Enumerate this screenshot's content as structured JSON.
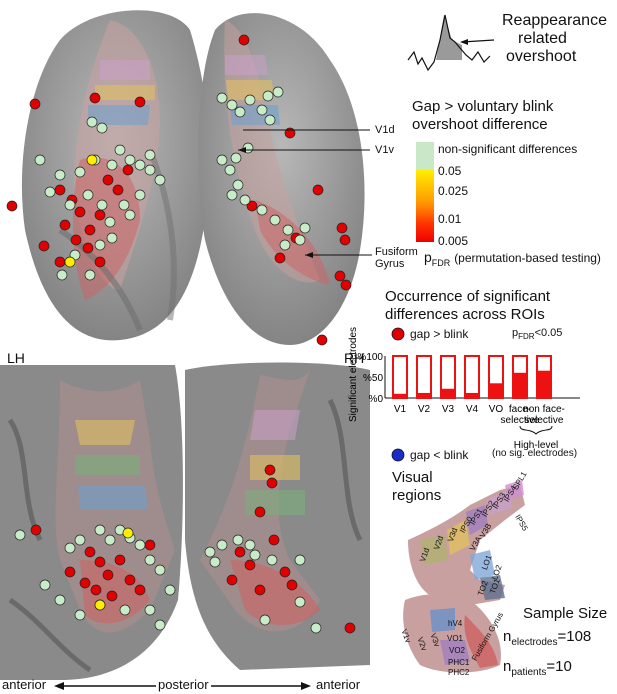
{
  "overshoot": {
    "title_line1": "Reappearance",
    "title_line2": "related",
    "title_line3": "overshoot"
  },
  "significance_legend": {
    "title_line1": "Gap > voluntary blink",
    "title_line2": "overshoot difference",
    "nonsig_label": "non-significant differences",
    "ticks": [
      "0.05",
      "0.025",
      "0.01",
      "0.005"
    ],
    "p_symbol": "p",
    "p_subscript": "FDR",
    "p_note": "(permutation-based testing)",
    "colors": {
      "nonsig": "#c8e8c8",
      "p05": "#ffee00",
      "p025": "#ff9900",
      "p01": "#ff3300",
      "p005": "#ee0000"
    }
  },
  "brain_labels": {
    "v1d": "V1d",
    "v1v": "V1v",
    "fusiform_line1": "Fusiform",
    "fusiform_line2": "Gyrus",
    "lh": "LH",
    "rh": "RH"
  },
  "occurrence": {
    "title_line1": "Occurrence of significant",
    "title_line2": "differences across ROIs",
    "gap_gt_blink": "gap > blink",
    "p_label": "p",
    "p_sub": "FDR",
    "p_thresh": "<0.05",
    "gap_lt_blink": "gap < blink",
    "no_sig_note": "(no sig. electrodes)",
    "marker_colors": {
      "gt": "#e00000",
      "lt": "#1a2bc8"
    }
  },
  "chart_data": {
    "type": "bar",
    "ylabel": "Significant electrodes",
    "yticks": [
      "%100",
      "%50",
      "%0"
    ],
    "ylim": [
      0,
      100
    ],
    "categories": [
      "V1",
      "V2",
      "V3",
      "V4",
      "VO",
      "face-selective",
      "non face-selective"
    ],
    "category_display": [
      [
        "V1"
      ],
      [
        "V2"
      ],
      [
        "V3"
      ],
      [
        "V4"
      ],
      [
        "VO"
      ],
      [
        "face-",
        "selective"
      ],
      [
        "non face-",
        "selective"
      ]
    ],
    "group_label": "High-level",
    "values": [
      10,
      12,
      22,
      12,
      35,
      60,
      65
    ],
    "bar_color": "#ee1111"
  },
  "visual_regions": {
    "title_line1": "Visual",
    "title_line2": "regions",
    "labels": [
      "SPL1",
      "IPS4",
      "IPS3",
      "IPS5",
      "IPS2",
      "IPS1",
      "IPS0",
      "V3B",
      "V3A",
      "V3d",
      "V2d",
      "V1d",
      "LO1",
      "LO2",
      "TO1",
      "TO2",
      "V1v",
      "V2v",
      "V3v",
      "hV4",
      "VO1",
      "VO2",
      "PHC1",
      "PHC2",
      "Fusiform Gyrus"
    ]
  },
  "sample_size": {
    "title": "Sample Size",
    "n_electrodes_sub": "electrodes",
    "n_electrodes_val": "=108",
    "n_patients_sub": "patients",
    "n_patients_val": "=10",
    "n": "n"
  },
  "axis": {
    "anterior_left": "anterior",
    "posterior": "posterior",
    "anterior_right": "anterior"
  }
}
